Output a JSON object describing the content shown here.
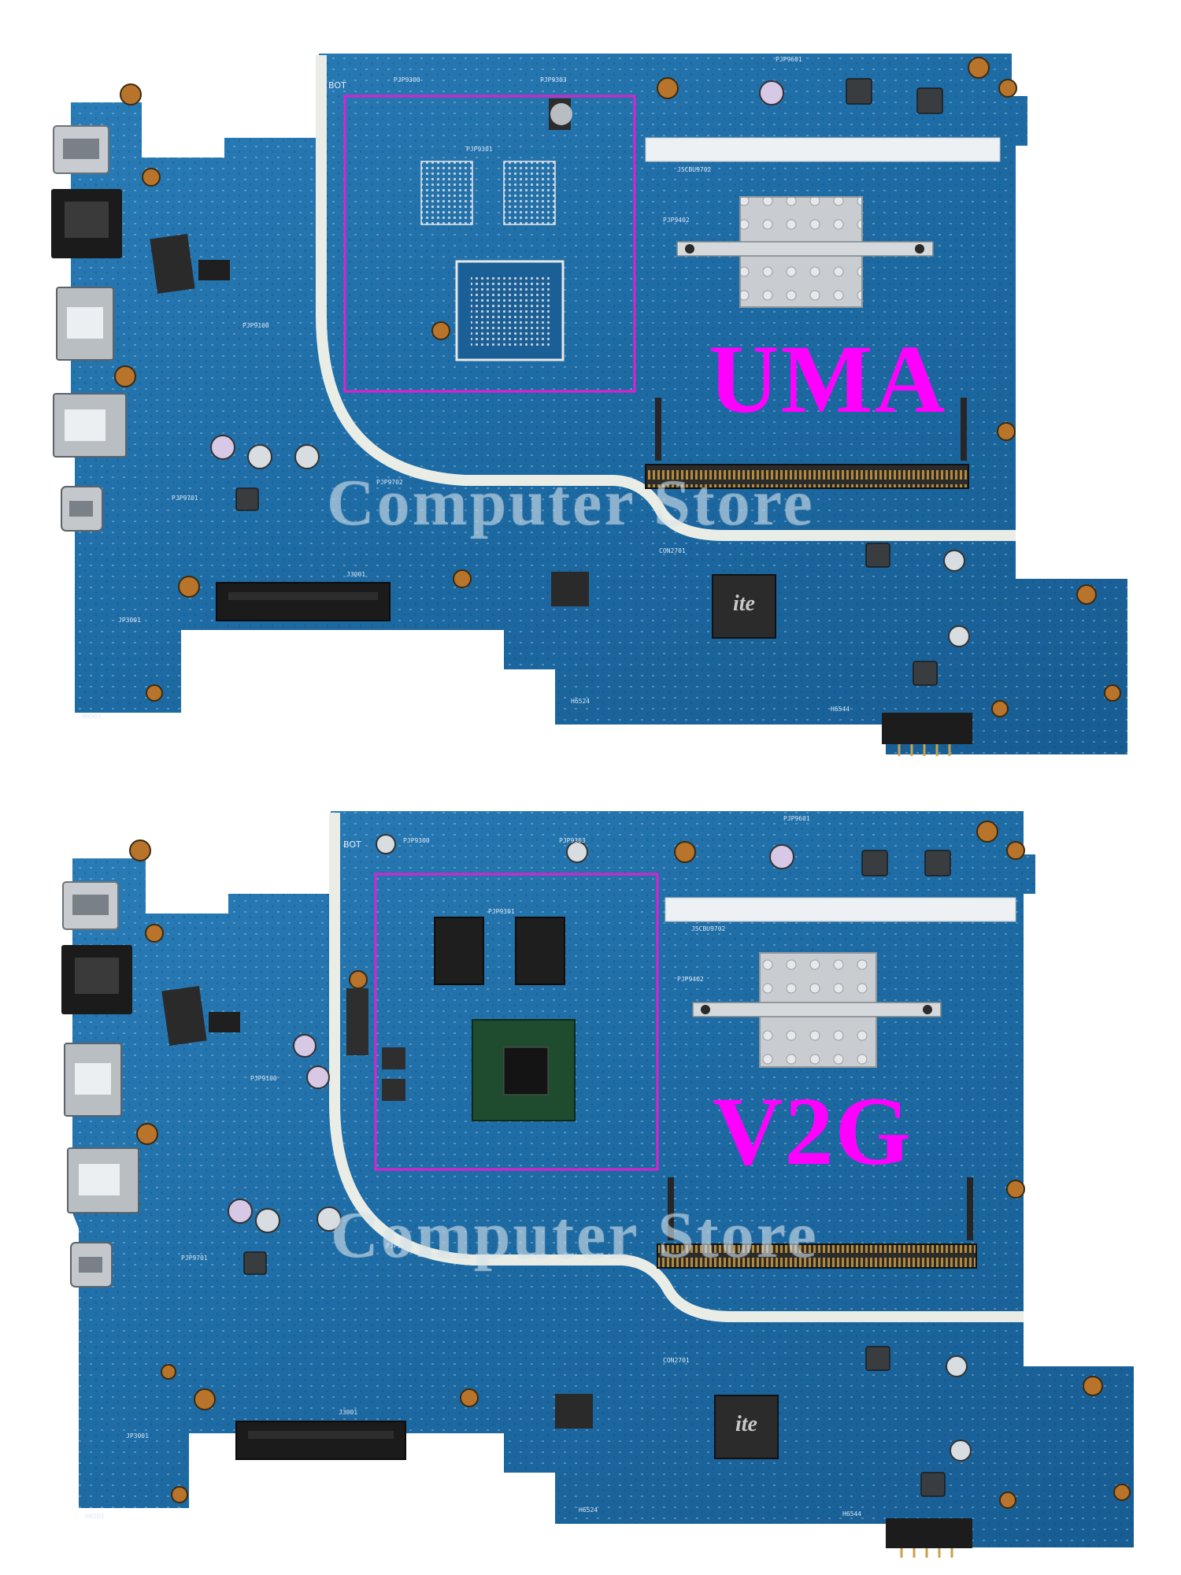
{
  "panels": [
    {
      "variant_label": "UMA",
      "silkscreen": {
        "side": "BOT",
        "refs": [
          "PJP9300",
          "PJP9301",
          "PJP9303",
          "PJP9601",
          "PJP9100",
          "PJP9701",
          "PJP9702",
          "CON2701",
          "J3001",
          "JP3001",
          "H6503",
          "H6524",
          "H6544",
          "J5CBU9702",
          "PJP9402"
        ]
      },
      "chip_logo": "ite",
      "highlight_color": "#e020d0"
    },
    {
      "variant_label": "V2G",
      "silkscreen": {
        "side": "BOT",
        "refs": [
          "PJP9300",
          "PJP9301",
          "PJP9303",
          "PJP9601",
          "PJP9100",
          "PJP9701",
          "PJP9702",
          "CON2701",
          "J3001",
          "JP3001",
          "H6503",
          "H6524",
          "H6544",
          "J5CBU9702",
          "PJP9402"
        ]
      },
      "chip_logo": "ite",
      "highlight_color": "#e020d0"
    }
  ],
  "watermark": "Computer Store",
  "colors": {
    "pcb_blue": "#1f6fa8",
    "pcb_dark": "#0e4f82",
    "label_magenta": "#ff00ff"
  }
}
